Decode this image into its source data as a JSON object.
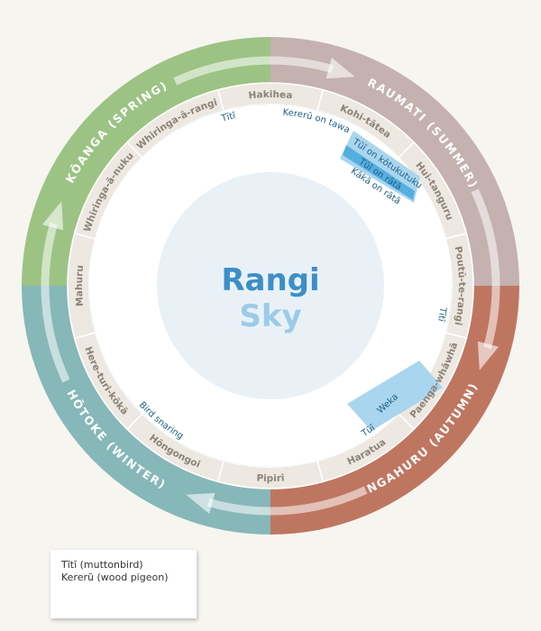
{
  "title": "Rangi",
  "subtitle": "Sky",
  "colors": {
    "spring": "#9cc384",
    "summer": "#c4b1b0",
    "autumn": "#bf7661",
    "winter": "#86b7b9",
    "month_ring": "#ede8e1",
    "band": "#55aee0",
    "band_light": "#a9d5ee",
    "center": "#e9f1f7"
  },
  "seasons": [
    {
      "name": "KŌANGA (SPRING)",
      "color": "#9cc384"
    },
    {
      "name": "RAUMATI (SUMMER)",
      "color": "#c4b1b0"
    },
    {
      "name": "NGAHURU (AUTUMN)",
      "color": "#bf7661"
    },
    {
      "name": "HŌTOKE (WINTER)",
      "color": "#86b7b9"
    }
  ],
  "months": [
    {
      "name": "Hakihea"
    },
    {
      "name": "Kohi-tātea"
    },
    {
      "name": "Hui-tanguru"
    },
    {
      "name": "Poutū-te-rangi"
    },
    {
      "name": "Paenga-whāwhā"
    },
    {
      "name": "Haratua"
    },
    {
      "name": "Pipiri"
    },
    {
      "name": "Hōngongoi"
    },
    {
      "name": "Here-turi-kōkā"
    },
    {
      "name": "Mahuru"
    },
    {
      "name": "Whiringa-ā-nuku"
    },
    {
      "name": "Whiringa-ā-rangi"
    }
  ],
  "bands": [
    {
      "label": "Tītī"
    },
    {
      "label": "Kererū on tawa"
    },
    {
      "label": "Tūī on kōtukutuku"
    },
    {
      "label": "Tūī on rātā"
    },
    {
      "label": "Kākā on rātā"
    },
    {
      "label": "Tītī"
    },
    {
      "label": "Weka"
    },
    {
      "label": "Tūī"
    },
    {
      "label": "Bird snaring"
    }
  ],
  "legend": [
    "Tītī (muttonbird)",
    "Kererū (wood pigeon)"
  ]
}
